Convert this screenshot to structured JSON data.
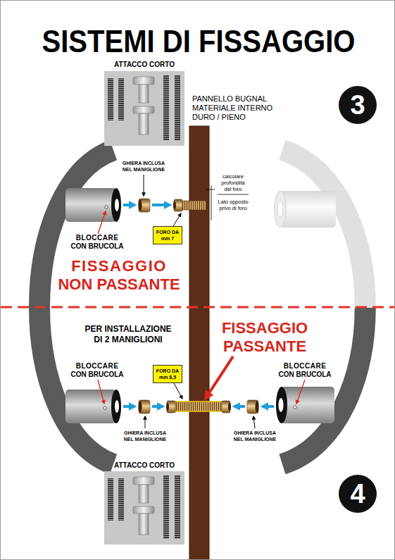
{
  "diagram": {
    "title": "SISTEMI DI FISSAGGIO",
    "nodes": [
      {
        "text": [
          "ATTACCO CORTO"
        ]
      },
      {
        "text": [
          "3"
        ]
      },
      {
        "text": [
          "FORO DA mm 7"
        ]
      },
      {
        "text": [
          "FORO DA mm 8,5"
        ]
      },
      {
        "text": [
          "ATTACCO CORTO"
        ]
      },
      {
        "text": [
          "4"
        ]
      }
    ],
    "labels": [
      "PANNELLO BUGNAL MATERIALE INTERNO DURO / PIENO",
      "GHIERA INCLUSA NEL MANIGLIONE",
      "calcolare profondità del foro",
      "Lato opposto privo di foro",
      "BLOCCARE CON BRUCOLA",
      "FISSAGGIO NON PASSANTE",
      "PER INSTALLAZIONE DI 2 MANIGLIONI",
      "FISSAGGIO PASSANTE",
      "BLOCCARE CON BRUCOLA",
      "BLOCCARE CON BRUCOLA",
      "GHIERA INCLUSA NEL MANIGLIONE",
      "GHIERA INCLUSA NEL MANIGLIONE"
    ]
  }
}
